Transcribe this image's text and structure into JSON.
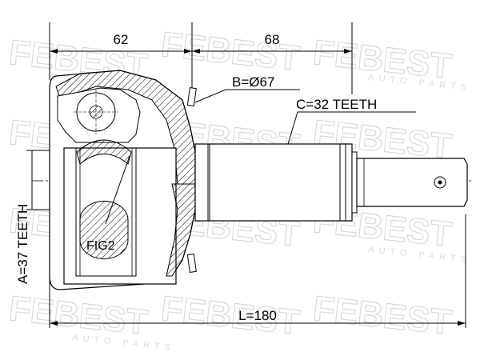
{
  "diagram": {
    "dim_top_left": "62",
    "dim_top_right": "68",
    "dim_bottom": "L=180",
    "label_b": "B=Ø67",
    "label_c": "C=32 TEETH",
    "label_a": "A=37 TEETH",
    "label_fig": "FIG2",
    "watermark": "FEBEST",
    "watermark_sub": "AUTO PARTS"
  }
}
